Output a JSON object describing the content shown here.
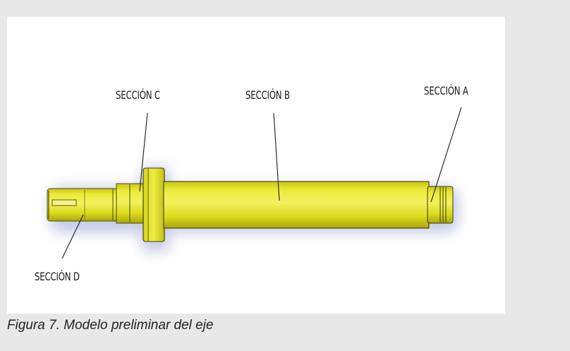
{
  "figure": {
    "labels": {
      "section_a": "SECCIÓN A",
      "section_b": "SECCIÓN B",
      "section_c": "SECCIÓN C",
      "section_d": "SECCIÓN D"
    },
    "caption": "Figura 7. Modelo preliminar del eje"
  },
  "colors": {
    "page_background": "#e8e8e8",
    "figure_background": "#ffffff",
    "shaft_fill": "#e2e01c",
    "shaft_highlight": "#f4f25a",
    "shaft_shadow": "#b8b60e",
    "outline": "#3a3a10",
    "shadow_glow": "#aab0d6"
  }
}
